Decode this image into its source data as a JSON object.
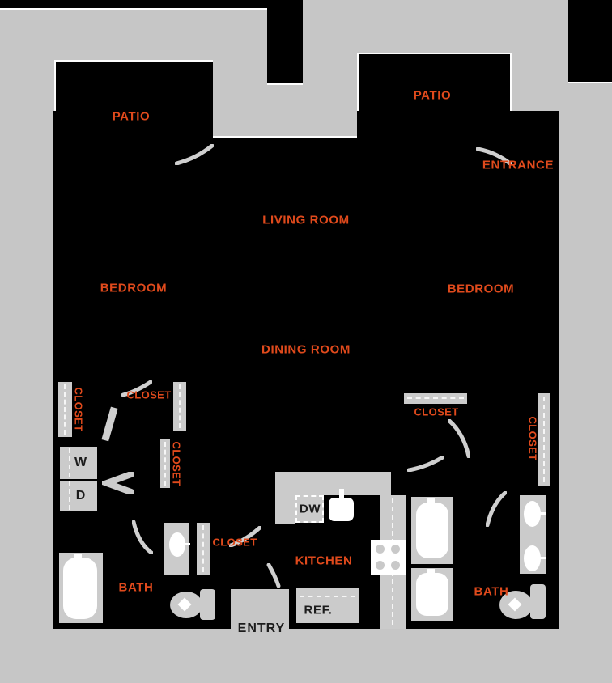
{
  "meta": {
    "type": "apartment floor plan"
  },
  "colors": {
    "background": "#c6c6c6",
    "walls": "#000000",
    "fixtures": "#cbcbcb",
    "accent": "#e04a1c",
    "dark_text": "#1c1c1c",
    "white": "#ffffff"
  },
  "rooms": {
    "patio_left": "PATIO",
    "patio_right": "PATIO",
    "entrance": "ENTRANCE",
    "living_room": "LIVING ROOM",
    "bedroom_left": "BEDROOM",
    "bedroom_right": "BEDROOM",
    "dining_room": "DINING ROOM",
    "kitchen": "KITCHEN",
    "bath_left": "BATH",
    "bath_right": "BATH"
  },
  "closets": {
    "bedroom_left_wall": "CLOSET",
    "hall_upper": "CLOSET",
    "hall_lower": "CLOSET",
    "bedroom_right_hall": "CLOSET",
    "bedroom_right_wall": "CLOSET",
    "bath_left_linen": "CLOSET"
  },
  "appliances": {
    "washer": "W",
    "dryer": "D",
    "dishwasher": "DW",
    "refrigerator": "REF."
  },
  "entry_label": "ENTRY"
}
